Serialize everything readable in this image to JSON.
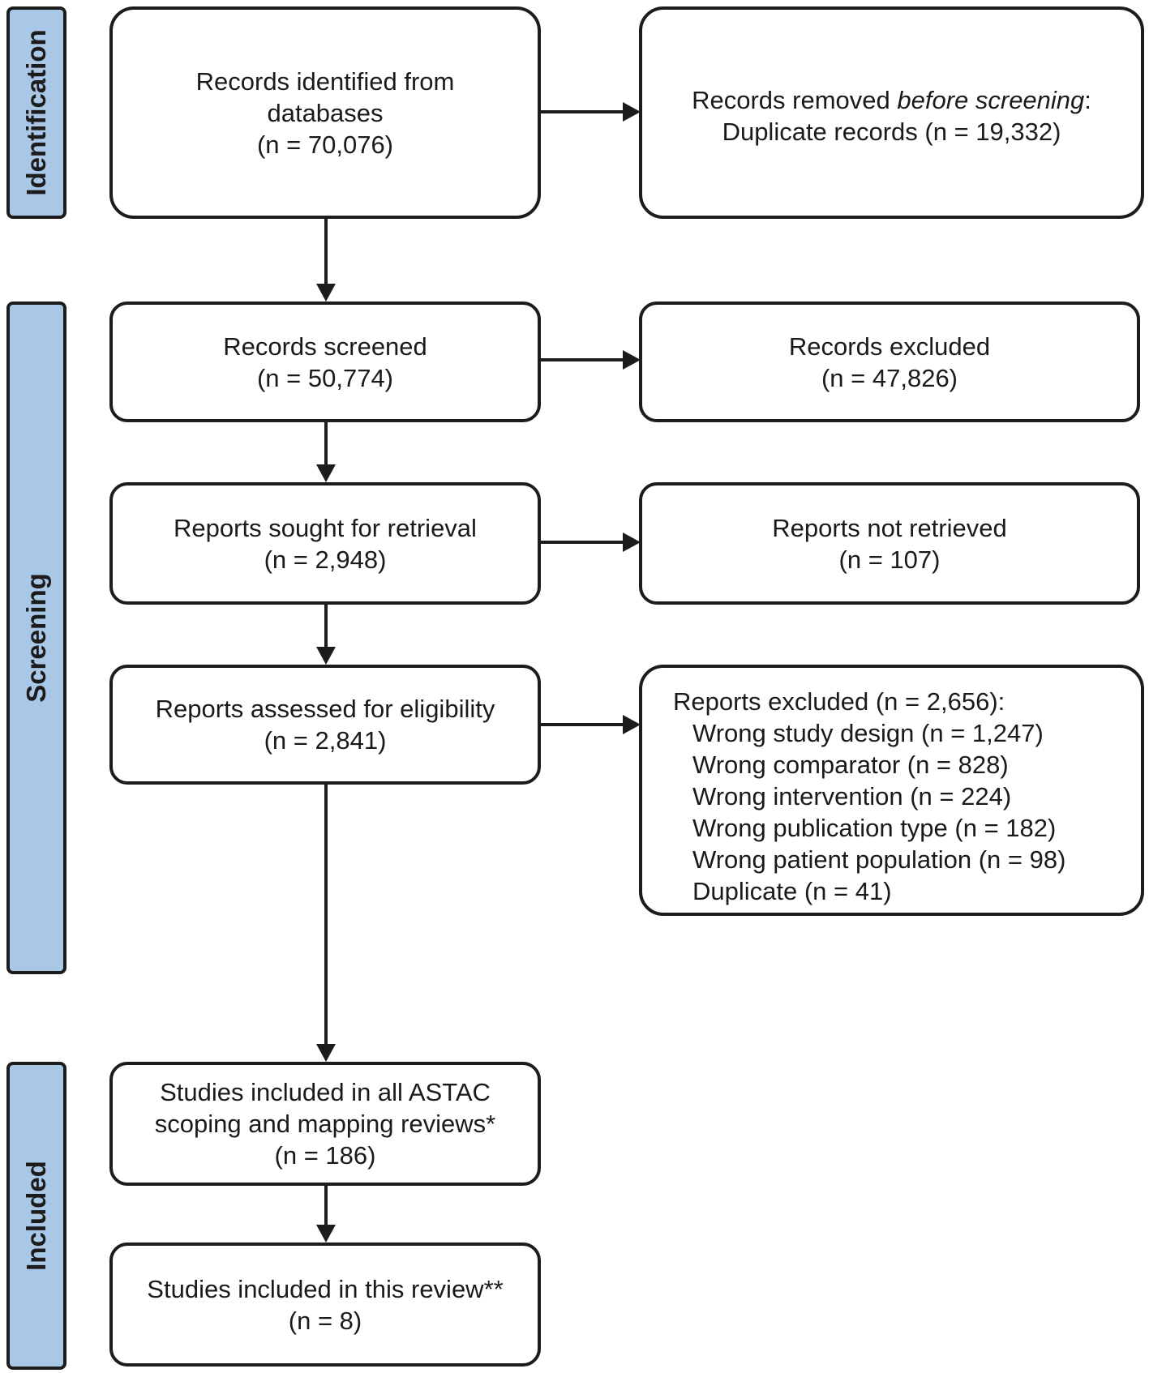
{
  "phases": {
    "identification": "Identification",
    "screening": "Screening",
    "included": "Included"
  },
  "boxes": {
    "identified": {
      "line1": "Records identified from",
      "line2": "databases",
      "line3": "(n = 70,076)"
    },
    "removed": {
      "prefix": "Records removed ",
      "italic": "before screening",
      "suffix": ":",
      "line2": "Duplicate records (n = 19,332)"
    },
    "screened": {
      "line1": "Records screened",
      "line2": "(n = 50,774)"
    },
    "excluded": {
      "line1": "Records excluded",
      "line2": "(n = 47,826)"
    },
    "sought": {
      "line1": "Reports sought for retrieval",
      "line2": "(n = 2,948)"
    },
    "not_retrieved": {
      "line1": "Reports not retrieved",
      "line2": "(n = 107)"
    },
    "assessed": {
      "line1": "Reports assessed for eligibility",
      "line2": "(n = 2,841)"
    },
    "reports_excluded": {
      "header": "Reports excluded (n = 2,656):",
      "reasons": [
        "Wrong study design (n = 1,247)",
        "Wrong comparator (n = 828)",
        "Wrong intervention (n = 224)",
        "Wrong publication type (n = 182)",
        "Wrong patient population (n = 98)",
        "Duplicate (n = 41)"
      ]
    },
    "astac": {
      "line1": "Studies included in all ASTAC",
      "line2": "scoping and mapping reviews*",
      "line3": "(n = 186)"
    },
    "this_review": {
      "line1": "Studies included in this review**",
      "line2": "(n = 8)"
    }
  }
}
